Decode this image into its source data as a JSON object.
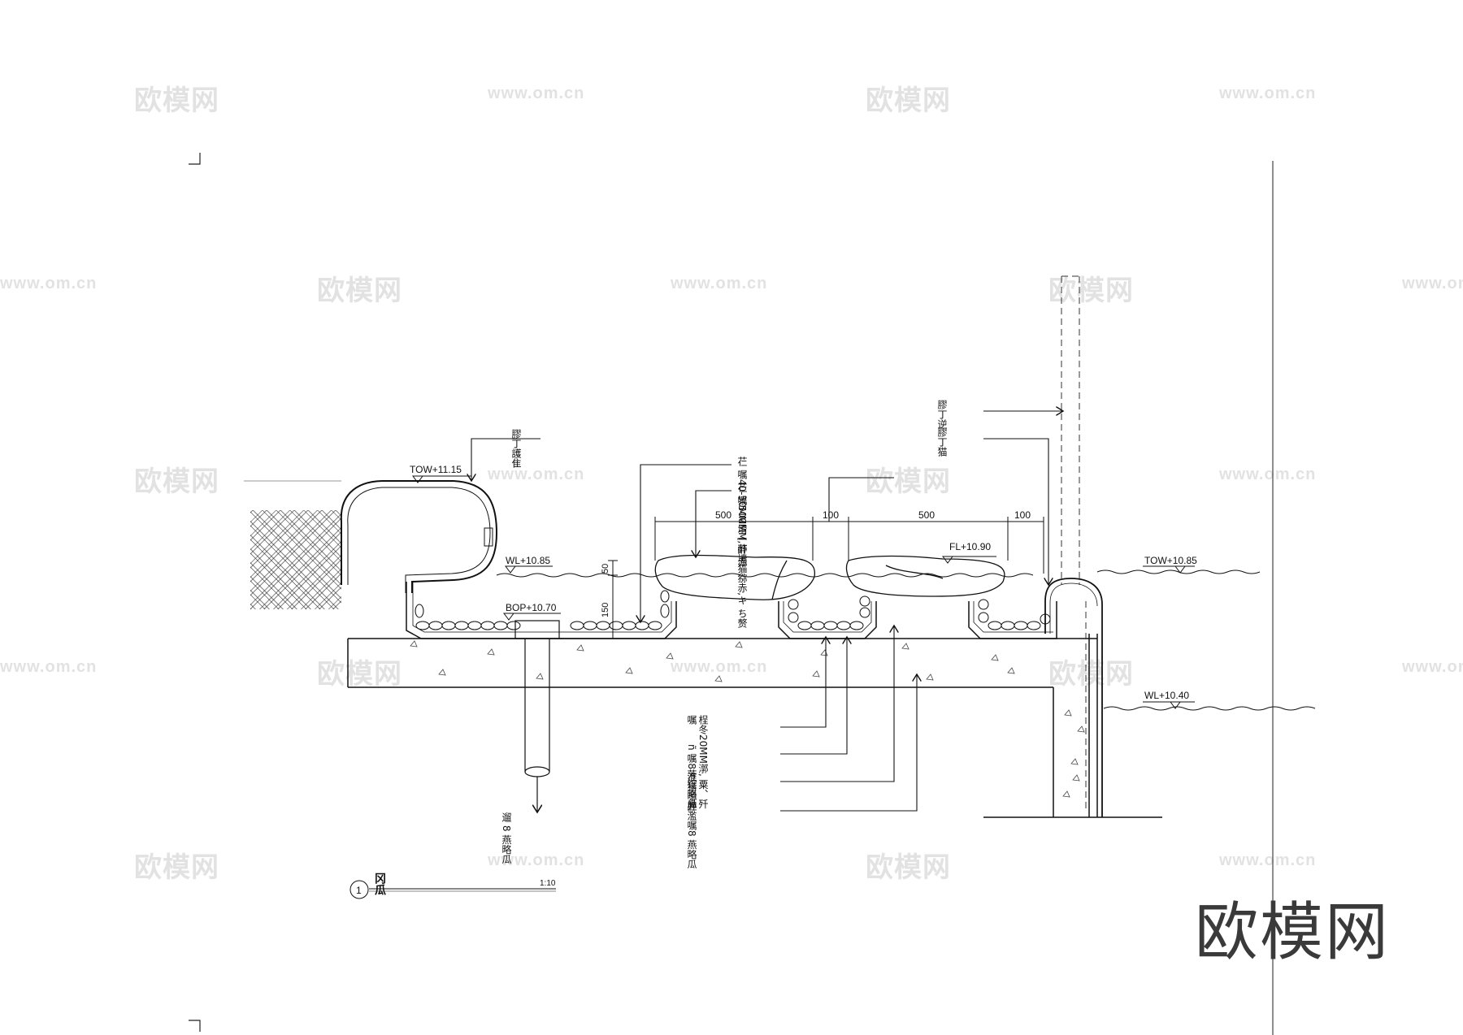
{
  "watermarks": {
    "cn": "欧模网",
    "url": "www.om.cn"
  },
  "logo": "欧模网",
  "elevations": {
    "top_of_wall_left": "TOW+11.15",
    "water_level_left": "WL+10.85",
    "bottom_of_pool": "BOP+10.70",
    "finished_level": "FL+10.90",
    "top_of_wall_right": "TOW+10.85",
    "water_level_lower": "WL+10.40"
  },
  "dimensions": {
    "seg1": "500",
    "seg2": "100",
    "seg3": "500",
    "seg4": "100",
    "depth_upper": "50",
    "depth_lower": "150"
  },
  "callouts": {
    "top_left": "膠丁護隹",
    "top_right_1": "膠丁逆",
    "top_right_2": "膠丁猫",
    "mid_1": "芢 嘱40-50MM堉 [ 酐 赤",
    "mid_2": "芢 嘱500MM,莽墙猫猕赤,キ ち赘",
    "bottom_1": "桯冬20MM漷, 粟、歼嘱",
    "bottom_2": "ñ 嘱8芳錠略瓜",
    "bottom_3": "淮猎嗯井",
    "bottom_4": "胆濫嘱8 燕略瓜",
    "drain": "遛 8 燕略瓜"
  },
  "title_block": {
    "number": "1",
    "title": "冈瓜",
    "scale": "1:10"
  }
}
